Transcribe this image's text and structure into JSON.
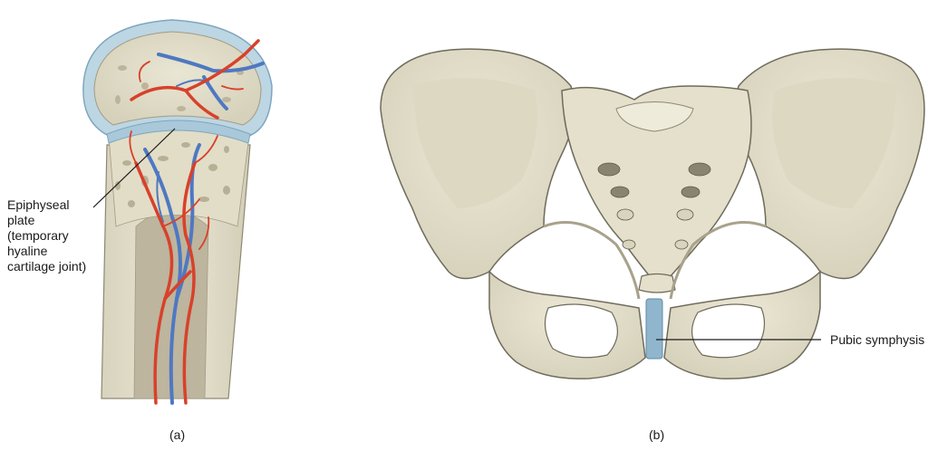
{
  "panels": [
    {
      "id": "a",
      "caption": "(a)",
      "callout_lines": [
        "Epiphyseal",
        "plate",
        "(temporary",
        "hyaline",
        "cartilage joint)"
      ]
    },
    {
      "id": "b",
      "caption": "(b)",
      "callout_lines": [
        "Pubic symphysis"
      ]
    }
  ],
  "colors": {
    "bone": "#e7e3d0",
    "bone_shadow": "#c9c4ad",
    "bone_outline": "#6f6b5c",
    "cartilage": "#b9d3e0",
    "cartilage_edge": "#7ea6bd",
    "artery": "#d8412a",
    "vein": "#4f78c2",
    "marrow": "#b8b09a",
    "leader_line": "#1a1a1a"
  }
}
